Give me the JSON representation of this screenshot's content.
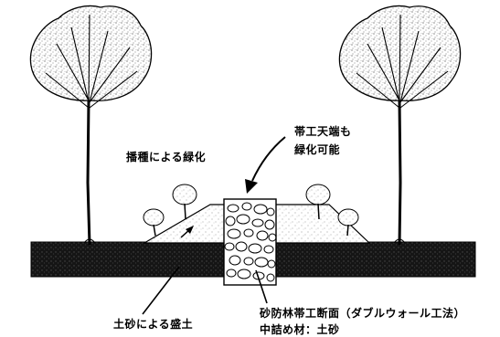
{
  "labels": {
    "seeding_greening": "播種による緑化",
    "crest_line1": "帯工天端も",
    "crest_line2": "緑化可能",
    "embankment": "土砂による盛土",
    "section_title": "砂防林帯工断面（ダブルウォール工法）",
    "fill_material": "中詰め材：土砂"
  },
  "colors": {
    "ground": "#111111",
    "stroke": "#000000",
    "stipple": "#555555",
    "background": "#ffffff"
  }
}
